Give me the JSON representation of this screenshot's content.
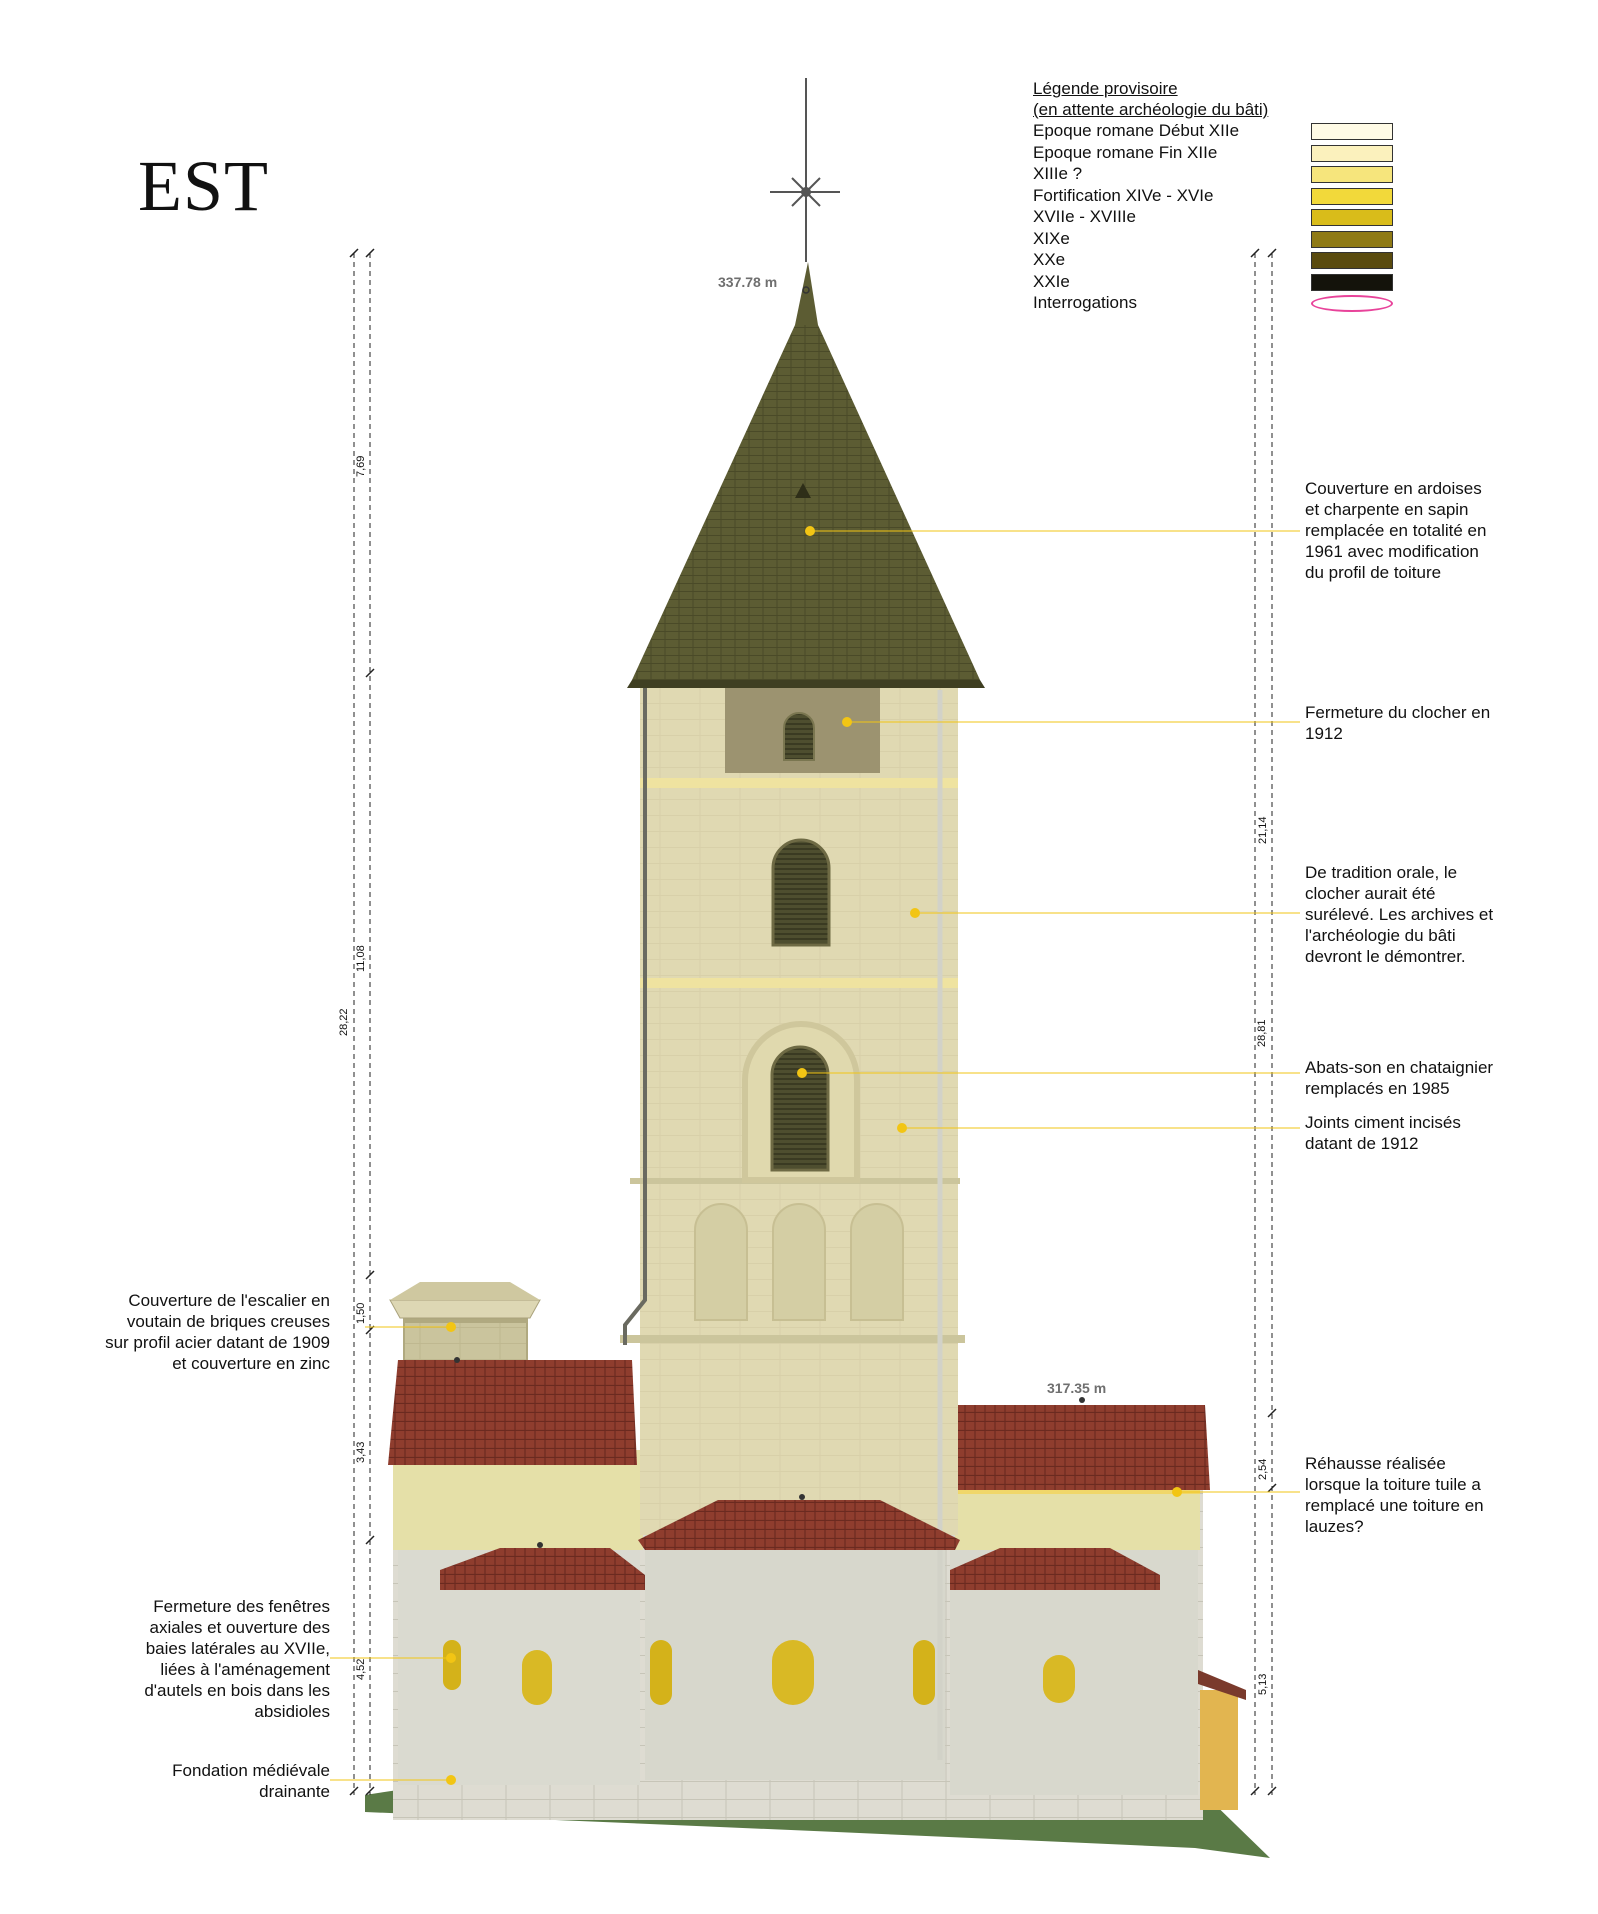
{
  "title": "EST",
  "legend": {
    "heading_1": "Légende provisoire",
    "heading_2": "(en attente archéologie du bâti)",
    "items": [
      {
        "label": "Epoque romane Début XIIe",
        "color": "#fffbe6"
      },
      {
        "label": "Epoque romane Fin XIIe",
        "color": "#fbf1bd"
      },
      {
        "label": "XIIIe ?",
        "color": "#f6e57c"
      },
      {
        "label": "Fortification XIVe - XVIe",
        "color": "#f2d93a"
      },
      {
        "label": "XVIIe - XVIIIe",
        "color": "#d9bc1a"
      },
      {
        "label": "XIXe",
        "color": "#8f7a15"
      },
      {
        "label": "XXe",
        "color": "#5a4b0e"
      },
      {
        "label": "XXIe",
        "color": "#14130b"
      }
    ],
    "interrogations": {
      "label": "Interrogations",
      "color": "#e8439a"
    }
  },
  "altitudes": {
    "top": "337.78 m",
    "roof": "317.35 m"
  },
  "dimensions": {
    "left_total": "28,22",
    "left_spire": "7,69",
    "left_tower": "11,08",
    "left_stair": "1,50",
    "left_roof": "3,43",
    "left_apse": "4,52",
    "right_total": "28,81",
    "right_upper": "21,14",
    "right_mid": "2,54",
    "right_low": "5,13"
  },
  "annotations": {
    "roof_spire": [
      "Couverture en ardoises",
      "et charpente en sapin",
      "remplacée en totalité en",
      "1961 avec modification",
      "du profil de toiture"
    ],
    "closing": [
      "Fermeture du clocher en",
      "1912"
    ],
    "tradition": [
      "De tradition orale, le",
      "clocher aurait été",
      "surélevé. Les archives et",
      "l'archéologie du bâti",
      "devront le démontrer."
    ],
    "abat_son": [
      "Abats-son en chataignier",
      "remplacés en 1985"
    ],
    "joints": [
      "Joints ciment incisés",
      "datant de 1912"
    ],
    "rehausse": [
      "Réhausse réalisée",
      "lorsque la toiture tuile a",
      "remplacé une toiture en",
      "lauzes?"
    ],
    "stair": [
      "Couverture de l'escalier en",
      "voutain de briques creuses",
      "sur profil acier datant de 1909",
      "et couverture en zinc"
    ],
    "windows": [
      "Fermeture des fenêtres",
      "axiales et ouverture des",
      "baies latérales au XVIIe,",
      "liées à l'aménagement",
      "d'autels en bois dans les",
      "absidioles"
    ],
    "foundation": [
      "Fondation médiévale",
      "drainante"
    ]
  },
  "colors": {
    "slate": "#5a5a32",
    "tile": "#8e3b2c",
    "stone_tower": "#ddd7b0",
    "stone_lower": "#dcdcd0",
    "leader": "#f2c514",
    "dot": "#f2c514"
  }
}
